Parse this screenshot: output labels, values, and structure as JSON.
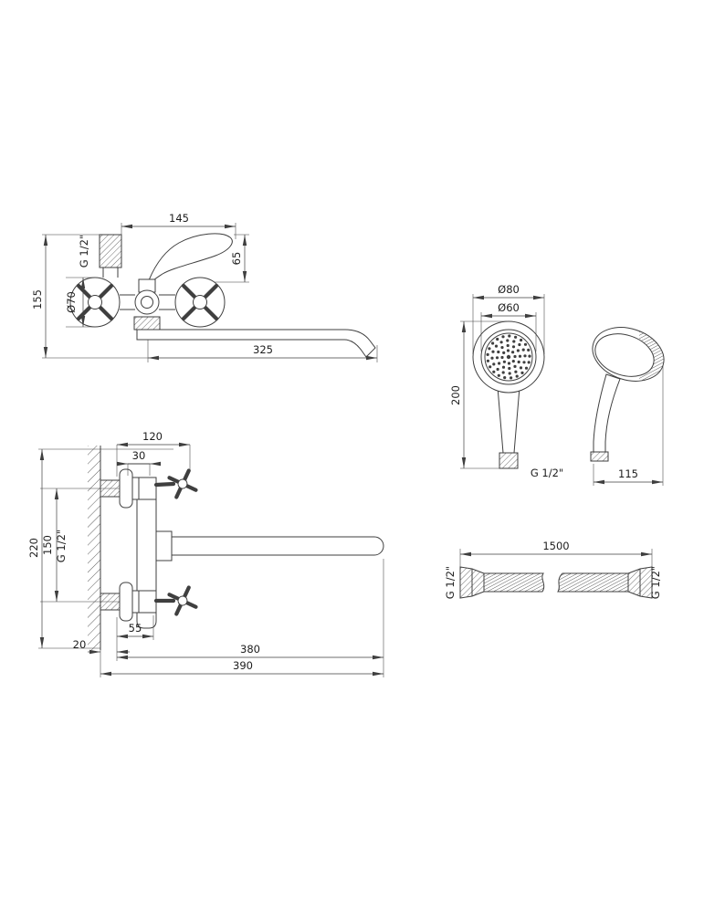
{
  "views": {
    "faucet_top": {
      "dims": {
        "d145": "145",
        "g12": "G 1/2\"",
        "d65": "65",
        "d155": "155",
        "d70": "Ø70",
        "d325": "325"
      }
    },
    "handshower": {
      "dims": {
        "d80": "Ø80",
        "d60": "Ø60",
        "d200": "200",
        "g12": "G 1/2\"",
        "d115": "115"
      }
    },
    "faucet_front": {
      "dims": {
        "d120": "120",
        "d30": "30",
        "g12": "G 1/2\"",
        "d150": "150",
        "d220": "220",
        "d55": "55",
        "d20": "20",
        "d380": "380",
        "d390": "390"
      }
    },
    "hose": {
      "dims": {
        "d1500": "1500",
        "g12_left": "G 1/2\"",
        "g12_right": "G 1/2\""
      }
    }
  }
}
